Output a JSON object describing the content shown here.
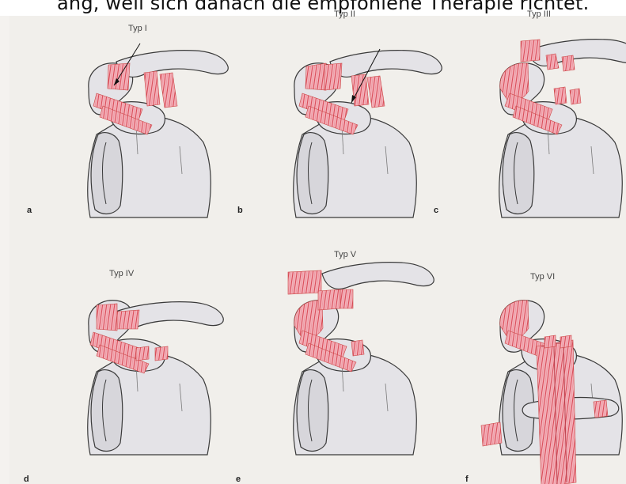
{
  "header_text": "ang, weil sich danach die empfohlene Therapie richtet.",
  "panels": [
    {
      "title": "Typ I",
      "letter": "a"
    },
    {
      "title": "Typ II",
      "letter": "b"
    },
    {
      "title": "Typ III",
      "letter": "c"
    },
    {
      "title": "Typ IV",
      "letter": "d"
    },
    {
      "title": "Typ V",
      "letter": "e"
    },
    {
      "title": "Typ VI",
      "letter": "f"
    }
  ],
  "colors": {
    "bone_fill": "#e3e2e6",
    "bone_outline": "#3a3a3a",
    "ligament_fill": "#f2a9b2",
    "ligament_stripe": "#d9545f"
  }
}
